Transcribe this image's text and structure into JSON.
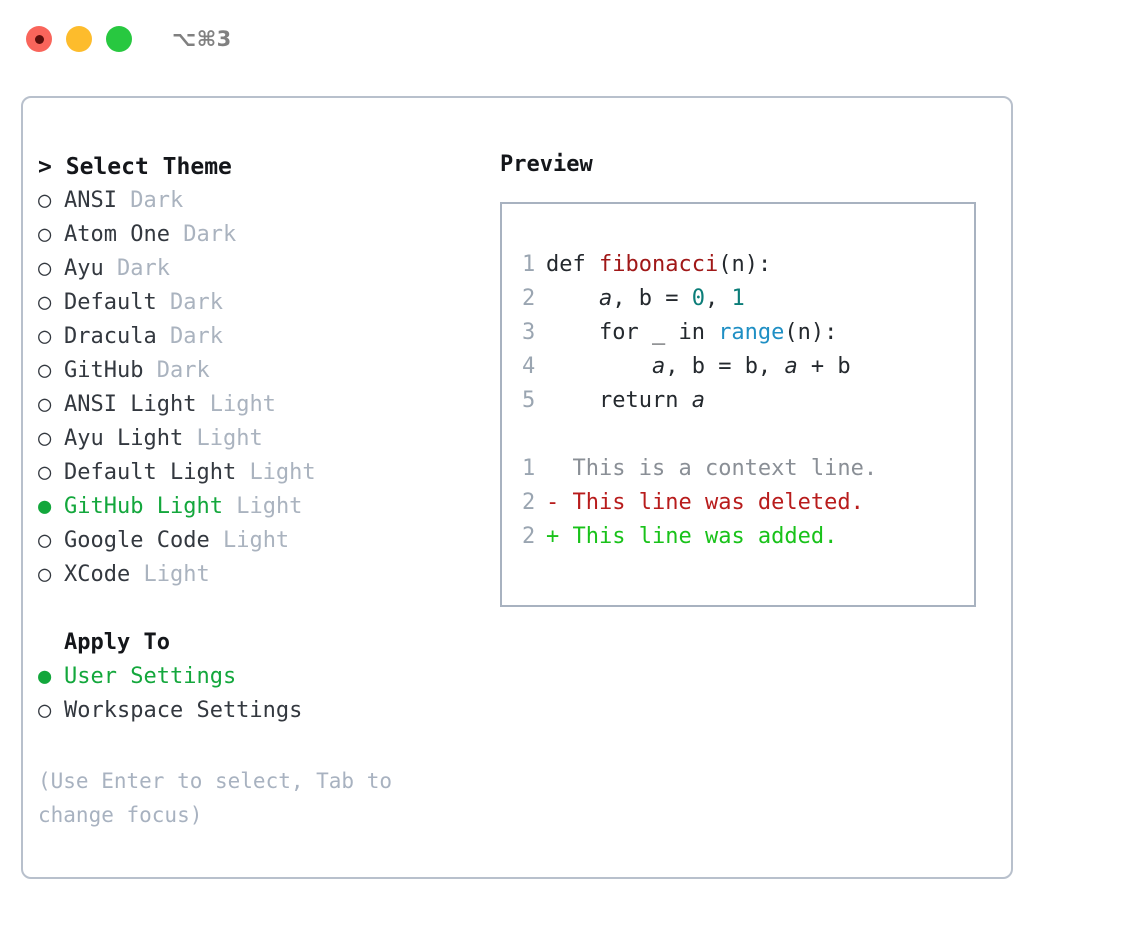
{
  "window": {
    "shortcut": "⌥⌘3",
    "traffic_lights": [
      {
        "name": "close",
        "color": "#f9655b"
      },
      {
        "name": "minimize",
        "color": "#fdbc2c"
      },
      {
        "name": "maximize",
        "color": "#28c840"
      }
    ]
  },
  "theme_list": {
    "caret": ">",
    "header": "Select Theme",
    "marker_off": "○",
    "marker_on": "●",
    "items": [
      {
        "marker": "○",
        "name": "ANSI",
        "tag": "Dark",
        "selected": false
      },
      {
        "marker": "○",
        "name": "Atom One",
        "tag": "Dark",
        "selected": false
      },
      {
        "marker": "○",
        "name": "Ayu",
        "tag": "Dark",
        "selected": false
      },
      {
        "marker": "○",
        "name": "Default",
        "tag": "Dark",
        "selected": false
      },
      {
        "marker": "○",
        "name": "Dracula",
        "tag": "Dark",
        "selected": false
      },
      {
        "marker": "○",
        "name": "GitHub",
        "tag": "Dark",
        "selected": false
      },
      {
        "marker": "○",
        "name": "ANSI Light",
        "tag": "Light",
        "selected": false
      },
      {
        "marker": "○",
        "name": "Ayu Light",
        "tag": "Light",
        "selected": false
      },
      {
        "marker": "○",
        "name": "Default Light",
        "tag": "Light",
        "selected": false
      },
      {
        "marker": "●",
        "name": "GitHub Light",
        "tag": "Light",
        "selected": true
      },
      {
        "marker": "○",
        "name": "Google Code",
        "tag": "Light",
        "selected": false
      },
      {
        "marker": "○",
        "name": "XCode",
        "tag": "Light",
        "selected": false
      }
    ]
  },
  "apply_to": {
    "header": "Apply To",
    "items": [
      {
        "marker": "●",
        "name": "User Settings",
        "selected": true
      },
      {
        "marker": "○",
        "name": "Workspace Settings",
        "selected": false
      }
    ]
  },
  "hint": "(Use Enter to select, Tab to change focus)",
  "preview": {
    "title": "Preview",
    "code_lines": [
      {
        "n": "1",
        "tokens": [
          {
            "t": "def ",
            "c": "plain"
          },
          {
            "t": "fibonacci",
            "c": "fn"
          },
          {
            "t": "(n):",
            "c": "plain"
          }
        ]
      },
      {
        "n": "2",
        "tokens": [
          {
            "t": "    ",
            "c": "plain"
          },
          {
            "t": "a",
            "c": "var"
          },
          {
            "t": ", b = ",
            "c": "plain"
          },
          {
            "t": "0",
            "c": "num"
          },
          {
            "t": ", ",
            "c": "plain"
          },
          {
            "t": "1",
            "c": "num"
          }
        ]
      },
      {
        "n": "3",
        "tokens": [
          {
            "t": "    for _ in ",
            "c": "plain"
          },
          {
            "t": "range",
            "c": "call"
          },
          {
            "t": "(n):",
            "c": "plain"
          }
        ]
      },
      {
        "n": "4",
        "tokens": [
          {
            "t": "        ",
            "c": "plain"
          },
          {
            "t": "a",
            "c": "var"
          },
          {
            "t": ", b = b, ",
            "c": "plain"
          },
          {
            "t": "a",
            "c": "var"
          },
          {
            "t": " + b",
            "c": "plain"
          }
        ]
      },
      {
        "n": "5",
        "tokens": [
          {
            "t": "    return ",
            "c": "plain"
          },
          {
            "t": "a",
            "c": "var"
          }
        ]
      }
    ],
    "diff_lines": [
      {
        "n": "1",
        "sign": "  ",
        "text": "This is a context line.",
        "kind": "ctx"
      },
      {
        "n": "2",
        "sign": "- ",
        "text": "This line was deleted.",
        "kind": "del"
      },
      {
        "n": "2",
        "sign": "+ ",
        "text": "This line was added.",
        "kind": "add"
      }
    ]
  },
  "colors": {
    "accent_green": "#13a73c",
    "muted": "#aab3bf",
    "border": "#b8c0cc",
    "preview_border": "#a8b2c0",
    "diff_add": "#19c21a",
    "diff_del": "#b81c1c",
    "token_function": "#a01818",
    "token_number": "#0b7d78",
    "token_call": "#1f8fc4"
  }
}
